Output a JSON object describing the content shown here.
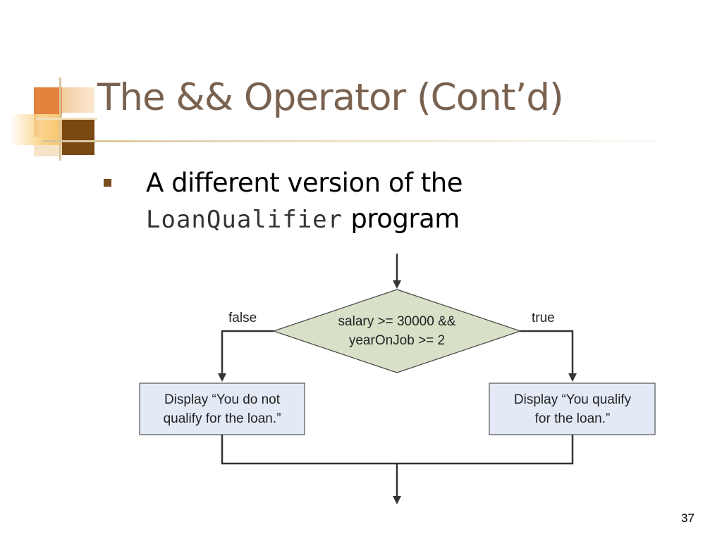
{
  "slide": {
    "title": "The && Operator (Cont’d)",
    "bullet": {
      "line1": "A different version of the",
      "code": "LoanQualifier",
      "line2_rest": "program"
    },
    "page_number": "37"
  },
  "flowchart": {
    "decision": {
      "line1": "salary >= 30000 &&",
      "line2": "yearOnJob >= 2"
    },
    "false_label": "false",
    "true_label": "true",
    "false_box": {
      "line1": "Display “You do not",
      "line2": "qualify for the loan.”"
    },
    "true_box": {
      "line1": "Display “You qualify",
      "line2": "for the loan.”"
    }
  },
  "colors": {
    "decision_fill": "#d8e0c8",
    "box_fill": "#e3eaf6",
    "title_color": "#7a6250",
    "bullet_color": "#7a4e1e"
  }
}
